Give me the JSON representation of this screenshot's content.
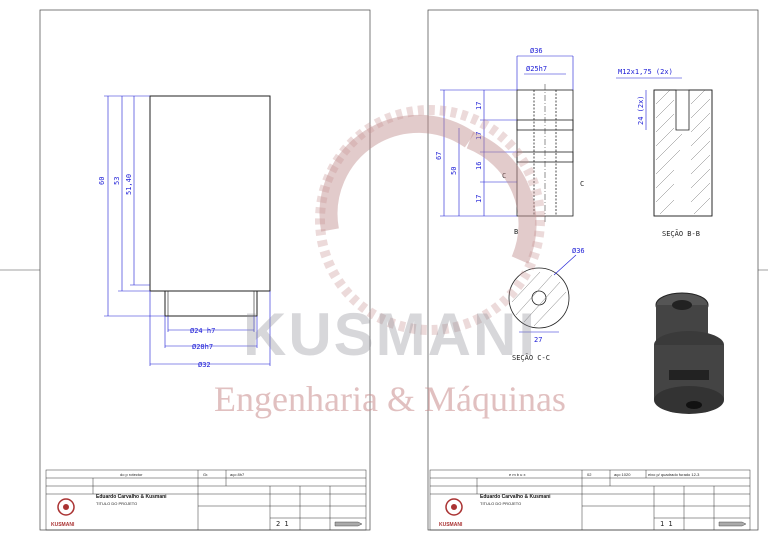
{
  "watermark": {
    "brand": "KUSMANI",
    "subtitle": "Engenharia & Máquinas"
  },
  "left_sheet": {
    "dims": {
      "h60": "60",
      "h53": "53",
      "h51": "51,40",
      "d24": "Ø24 h7",
      "d28": "Ø28h7",
      "d32": "Ø32"
    },
    "titleblock": {
      "row1": [
        "",
        "do p rotector",
        "Gr.",
        "aço 8h7"
      ],
      "company": "Eduardo Carvalho & Kusmani",
      "project": "TITULO DO PROJETO",
      "sheet_num": "2 1",
      "logo": "KUSMANI"
    }
  },
  "right_sheet": {
    "dims": {
      "d36_top": "Ø36",
      "d25": "Ø25h7",
      "thread": "M12x1,75 (2x)",
      "depth24": "24 (2x)",
      "h67": "67",
      "h50": "50",
      "h17a": "17",
      "h17b": "17",
      "h16": "16",
      "h17c": "17",
      "d36_section": "Ø36",
      "w27": "27"
    },
    "labels": {
      "sec_b": "SEÇÃO B-B",
      "sec_c": "SEÇÃO C-C",
      "c_left": "C",
      "c_right": "C",
      "b": "B"
    },
    "titleblock": {
      "row1": [
        "",
        "e m b u x",
        "02",
        "aço 1020",
        "eixo p/ quadrado furado 12-3"
      ],
      "company": "Eduardo Carvalho & Kusmani",
      "project": "TITULO DO PROJETO",
      "sheet_num": "1 1",
      "logo": "KUSMANI"
    }
  }
}
